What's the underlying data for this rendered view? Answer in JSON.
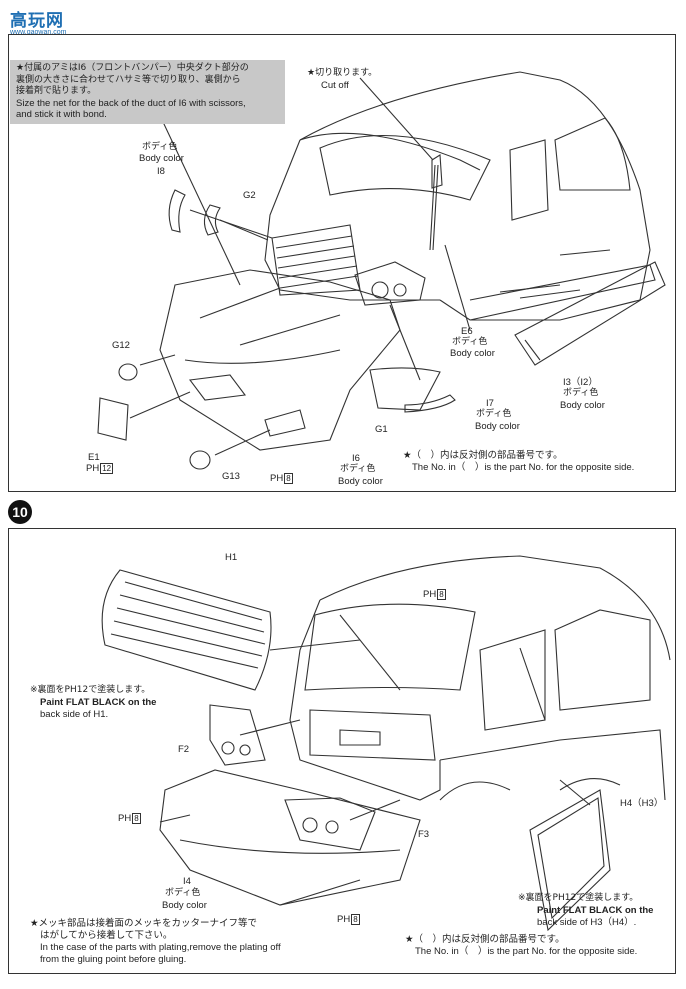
{
  "watermark": {
    "brand": "高玩网",
    "url": "www.gaowan.com"
  },
  "step10": {
    "number": "10"
  },
  "panel1": {
    "grey_note_jp_1": "★付属のアミはI6（フロントバンパー）中央ダクト部分の",
    "grey_note_jp_2": "裏側の大きさに合わせてハサミ等で切り取り、裏側から",
    "grey_note_jp_3": "接着剤で貼ります。",
    "grey_note_en_1": "Size the net for the back of the duct of I6 with scissors,",
    "grey_note_en_2": "and stick it with bond.",
    "cut_off_jp": "★切り取ります。",
    "cut_off_en": "Cut off",
    "i8_body_color_jp": "ボディ色",
    "i8_body_color_en": "Body color",
    "i8": "I8",
    "g2": "G2",
    "g12": "G12",
    "e1": "E1",
    "ph12": "PH",
    "ph12_num": "12",
    "g13": "G13",
    "ph8": "PH",
    "ph8_num": "8",
    "i6": "I6",
    "i6_body_color_jp": "ボディ色",
    "i6_body_color_en": "Body color",
    "g1": "G1",
    "i7": "I7",
    "i7_body_color_jp": "ボディ色",
    "i7_body_color_en": "Body color",
    "e6": "E6",
    "e6_body_color_jp": "ボディ色",
    "e6_body_color_en": "Body color",
    "i3": "I3（I2）",
    "i3_body_color_jp": "ボディ色",
    "i3_body_color_en": "Body color",
    "opposite_jp": "★（　）内は反対側の部品番号です。",
    "opposite_en": "The No. in（　）is the part No. for the opposite side."
  },
  "panel2": {
    "h1": "H1",
    "ph8_top": "PH",
    "ph8_top_num": "8",
    "back_h1_jp": "※裏面をPH12で塗装します。",
    "back_h1_en_1": "Paint FLAT BLACK on the",
    "back_h1_en_2": "back side of H1.",
    "f2": "F2",
    "ph8_left": "PH",
    "ph8_left_num": "8",
    "f3": "F3",
    "h4": "H4（H3）",
    "i4": "I4",
    "i4_body_color_jp": "ボディ色",
    "i4_body_color_en": "Body color",
    "ph8_bottom": "PH",
    "ph8_bottom_num": "8",
    "back_h3_jp": "※裏面をPH12で塗装します。",
    "back_h3_en_1": "Paint FLAT BLACK on the",
    "back_h3_en_2": "back side of H3（H4）.",
    "plating_jp_1": "★メッキ部品は接着面のメッキをカッターナイフ等で",
    "plating_jp_2": "はがしてから接着して下さい。",
    "plating_en_1": "In the case of the parts with plating,remove the plating off",
    "plating_en_2": "from the gluing point before gluing.",
    "opposite_jp": "★（　）内は反対側の部品番号です。",
    "opposite_en": "The No. in（　）is the part No. for the opposite side."
  }
}
